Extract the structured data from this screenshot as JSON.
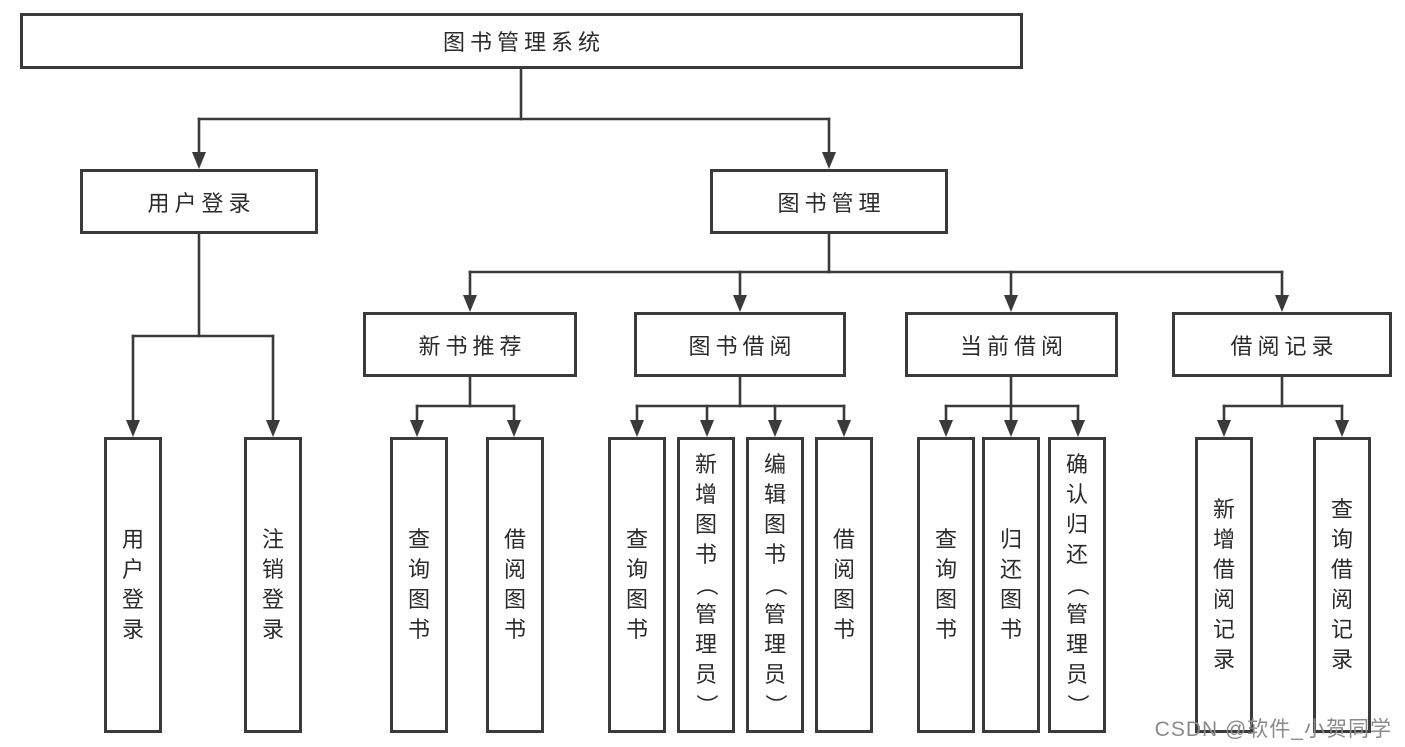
{
  "diagram": {
    "title": "图书管理系统",
    "level2": [
      {
        "label": "用户登录"
      },
      {
        "label": "图书管理"
      }
    ],
    "level3": [
      {
        "label": "新书推荐"
      },
      {
        "label": "图书借阅"
      },
      {
        "label": "当前借阅"
      },
      {
        "label": "借阅记录"
      }
    ],
    "leaves": {
      "user_login": [
        "用户登录",
        "注销登录"
      ],
      "new_book_recommend": [
        "查询图书",
        "借阅图书"
      ],
      "book_borrowing": [
        "查询图书",
        "新增图书（管理员）",
        "编辑图书（管理员）",
        "借阅图书"
      ],
      "current_borrowing": [
        "查询图书",
        "归还图书",
        "确认归还（管理员）"
      ],
      "borrowing_records": [
        "新增借阅记录",
        "查询借阅记录"
      ]
    }
  },
  "watermark": "CSDN @软件_小贺同学",
  "colors": {
    "line": "#3a3a3a",
    "box_border": "#3a3a3a",
    "box_fill": "#ffffff",
    "text": "#2b2b2b",
    "watermark": "#8a8a8a"
  }
}
